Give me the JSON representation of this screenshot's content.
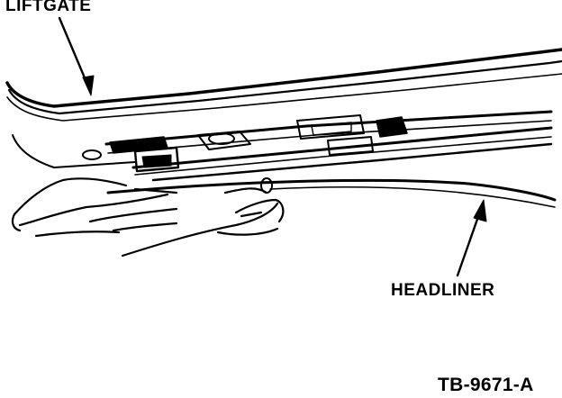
{
  "labels": {
    "liftgate": "LIFTGATE",
    "headliner": "HEADLINER",
    "figure_id": "TB-9671-A"
  }
}
